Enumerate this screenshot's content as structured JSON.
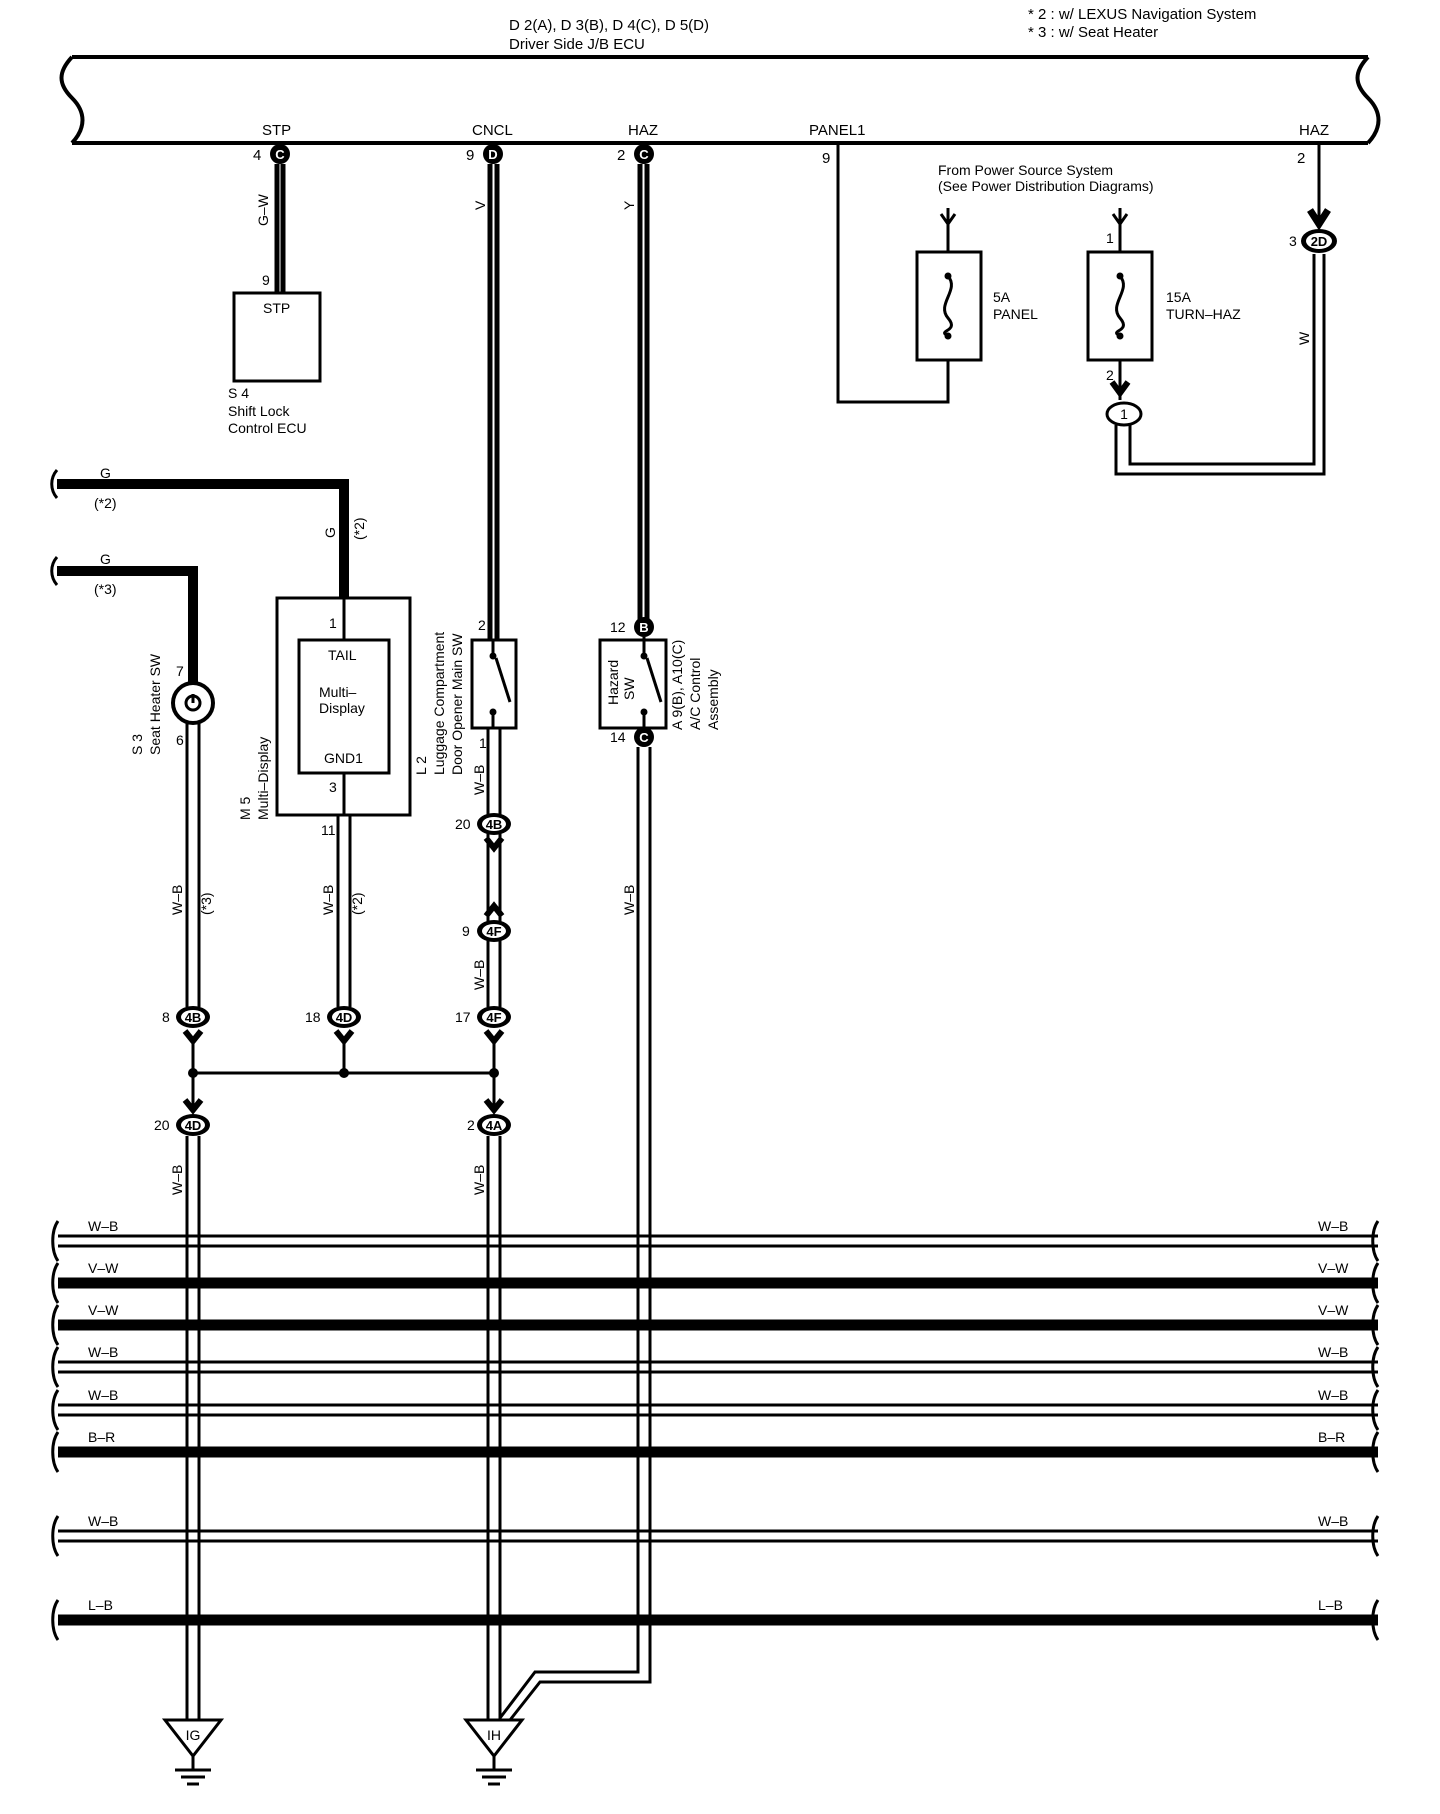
{
  "header": {
    "ecu_ids": "D 2(A), D 3(B), D 4(C), D 5(D)",
    "ecu_name": "Driver Side J/B ECU",
    "note1": "* 2 : w/ LEXUS Navigation System",
    "note2": "* 3 : w/ Seat Heater"
  },
  "ecu_terminals": {
    "stp": "STP",
    "cncl": "CNCL",
    "haz": "HAZ",
    "panel1": "PANEL1",
    "haz2": "HAZ"
  },
  "pins": {
    "stp_pin": "4",
    "stp_conn": "C",
    "cncl_pin": "9",
    "cncl_conn": "D",
    "haz_pin": "2",
    "haz_conn": "C",
    "panel1_pin": "9",
    "haz2_pin": "2"
  },
  "wires": {
    "gw": "G–W",
    "v": "V",
    "y": "Y",
    "w": "W",
    "wb": "W–B",
    "g": "G",
    "star2": "(*2)",
    "star3": "(*3)"
  },
  "shift_lock": {
    "pin": "9",
    "terminal": "STP",
    "id": "S 4",
    "name1": "Shift Lock",
    "name2": "Control ECU"
  },
  "power": {
    "line1": "From Power Source System",
    "line2": "(See Power Distribution Diagrams)"
  },
  "fuse_panel": {
    "amp": "5A",
    "name": "PANEL"
  },
  "fuse_turn": {
    "pin_top": "1",
    "pin_bottom": "2",
    "amp": "15A",
    "name": "TURN–HAZ"
  },
  "junctions": {
    "j1": "1",
    "j2d_pin": "3",
    "j2d": "2D"
  },
  "seat_heater": {
    "pin_top": "7",
    "pin_bottom": "6",
    "id": "S 3",
    "name": "Seat Heater SW"
  },
  "multi_display": {
    "pin_top": "1",
    "tail": "TAIL",
    "name1": "Multi–",
    "name2": "Display",
    "gnd": "GND1",
    "pin_bottom": "3",
    "pin_out": "11",
    "id": "M 5",
    "name": "Multi–Display"
  },
  "luggage": {
    "pin_top": "2",
    "pin_bottom": "1",
    "id": "L 2",
    "name1": "Luggage Compartment",
    "name2": "Door Opener Main SW"
  },
  "hazard": {
    "pin_top": "12",
    "conn_top": "B",
    "pin_bottom": "14",
    "conn_bottom": "C",
    "name1": "Hazard",
    "name2": "SW",
    "ids": "A 9(B), A10(C)",
    "name3": "A/C Control",
    "name4": "Assembly"
  },
  "connectors": {
    "c20_4b": {
      "pin": "20",
      "id": "4B"
    },
    "c9_4f": {
      "pin": "9",
      "id": "4F"
    },
    "c17_4f": {
      "pin": "17",
      "id": "4F"
    },
    "c8_4b": {
      "pin": "8",
      "id": "4B"
    },
    "c18_4d": {
      "pin": "18",
      "id": "4D"
    },
    "c20_4d": {
      "pin": "20",
      "id": "4D"
    },
    "c2_4a": {
      "pin": "2",
      "id": "4A"
    }
  },
  "bus_lines": [
    {
      "label": "W–B",
      "thick": false
    },
    {
      "label": "V–W",
      "thick": true
    },
    {
      "label": "V–W",
      "thick": true
    },
    {
      "label": "W–B",
      "thick": false
    },
    {
      "label": "W–B",
      "thick": false
    },
    {
      "label": "B–R",
      "thick": true
    },
    {
      "label": "W–B",
      "thick": false
    },
    {
      "label": "L–B",
      "thick": true
    }
  ],
  "grounds": {
    "ig": "IG",
    "ih": "IH"
  }
}
